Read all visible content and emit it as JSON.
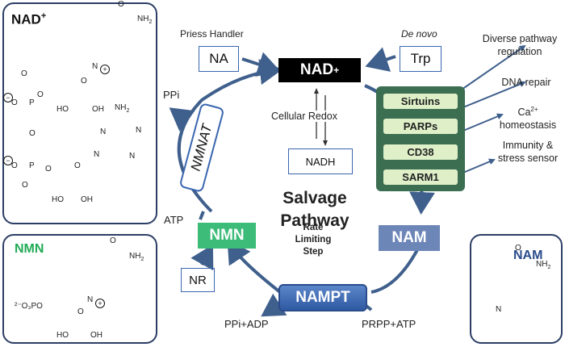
{
  "colors": {
    "arrow": "#3f5f8c",
    "panel_border": "#2c3e66",
    "nad_box": "#000000",
    "nmn_box": "#3dbb79",
    "nam_box": "#6d86b8",
    "nampt_box": "#3a66b0",
    "enzyme_fill": "#dff0c8",
    "enzyme_border": "#3c6e52",
    "nmn_label": "#22aa55",
    "nam_label": "#2a4c8c"
  },
  "panels": {
    "nad_plus": {
      "title": "NAD",
      "title_sup": "+",
      "atoms": {
        "nh2_top": "NH",
        "nh2_top_sub": "2",
        "n_plus": "N",
        "o_anion1": "O",
        "p1": "P",
        "o_eq1": "O",
        "o_link1": "O",
        "o_bridge": "O",
        "o_anion2": "O",
        "p2": "P",
        "o_eq2": "O",
        "o_link2": "O",
        "ho1": "HO",
        "oh1": "OH",
        "nh2_ad": "NH",
        "nh2_ad_sub": "2",
        "n_ad1": "N",
        "n_ad2": "N",
        "n_ad3": "N",
        "n_ad4": "N",
        "ho2": "HO",
        "oh2": "OH",
        "ring_o1": "O",
        "ring_o2": "O",
        "amide_o": "O",
        "minus": "−",
        "plus": "+"
      }
    },
    "nmn": {
      "title": "NMN",
      "atoms": {
        "nh2": "NH",
        "nh2_sub": "2",
        "amide_o": "O",
        "n_plus": "N",
        "phosphate": "²⁻O₃PO",
        "ring_o": "O",
        "ho": "HO",
        "oh": "OH"
      }
    },
    "nam": {
      "title": "NAM",
      "atoms": {
        "nh2": "NH",
        "nh2_sub": "2",
        "amide_o": "O",
        "n": "N"
      }
    }
  },
  "pathway": {
    "title_line1": "Salvage",
    "title_line2": "Pathway",
    "nad": {
      "label": "NAD",
      "sup": "+"
    },
    "nam": "NAM",
    "nmn": "NMN",
    "nampt": "NAMPT",
    "nmnat": "NMNAT",
    "nadh": "NADH",
    "na": "NA",
    "trp": "Trp",
    "nr": "NR",
    "preiss_handler": "Priess Handler",
    "de_novo": "De novo",
    "cellular_redox": "Cellular Redox",
    "ppi": "PPi",
    "atp": "ATP",
    "ppi_adp": "PPi+ADP",
    "prpp_atp": "PRPP+ATP",
    "rate_limiting": [
      "Rate",
      "Limiting",
      "Step"
    ]
  },
  "enzymes": [
    "Sirtuins",
    "PARPs",
    "CD38",
    "SARM1"
  ],
  "functions": {
    "f1": [
      "Diverse pathway",
      "regulation"
    ],
    "f2": "DNA repair",
    "f3_ca": "Ca",
    "f3_sup": "2+",
    "f3_rest": "homeostasis",
    "f4": [
      "Immunity &",
      "stress sensor"
    ]
  }
}
